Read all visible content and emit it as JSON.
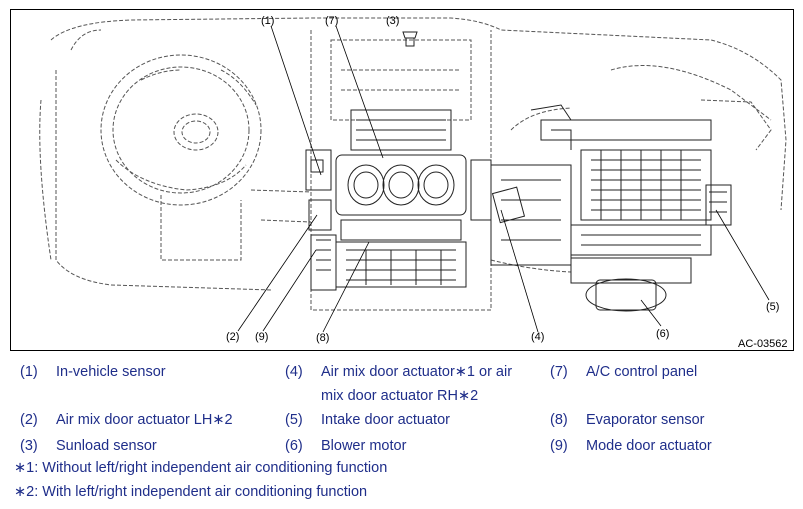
{
  "figure_code": "AC-03562",
  "callouts": [
    "(1)",
    "(2)",
    "(3)",
    "(4)",
    "(5)",
    "(6)",
    "(7)",
    "(8)",
    "(9)"
  ],
  "legend": [
    {
      "num": "(1)",
      "text": "In-vehicle sensor"
    },
    {
      "num": "(2)",
      "text": "Air mix door actuator LH∗2"
    },
    {
      "num": "(3)",
      "text": "Sunload sensor"
    },
    {
      "num": "(4)",
      "text_line1": "Air mix door actuator∗1 or air",
      "text_line2": "mix door actuator RH∗2"
    },
    {
      "num": "(5)",
      "text": "Intake door actuator"
    },
    {
      "num": "(6)",
      "text": "Blower motor"
    },
    {
      "num": "(7)",
      "text": "A/C control panel"
    },
    {
      "num": "(8)",
      "text": "Evaporator sensor"
    },
    {
      "num": "(9)",
      "text": "Mode door actuator"
    }
  ],
  "footnotes": [
    "∗1: Without left/right independent air conditioning function",
    "∗2: With left/right independent air conditioning function"
  ]
}
